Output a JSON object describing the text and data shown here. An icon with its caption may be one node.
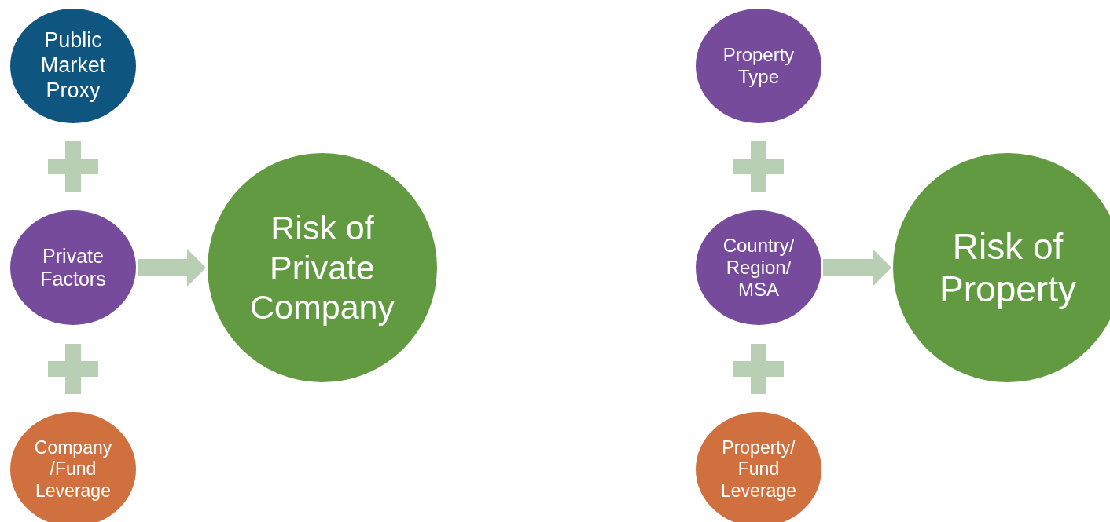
{
  "diagram": {
    "nodes": [
      {
        "text": [
          "Public Market Proxy"
        ]
      },
      {
        "text": [
          "Private Factors"
        ]
      },
      {
        "text": [
          "Company /Fund Leverage"
        ]
      },
      {
        "text": [
          "Risk of Private Company"
        ]
      },
      {
        "text": [
          "Property Type"
        ]
      },
      {
        "text": [
          "Country/ Region/ MSA"
        ]
      },
      {
        "text": [
          "Property/ Fund Leverage"
        ]
      },
      {
        "text": [
          "Risk of Property"
        ]
      }
    ],
    "edges": [
      {
        "from": 1,
        "to": 3,
        "arrow": "to",
        "style": "thick"
      },
      {
        "from": 5,
        "to": 7,
        "arrow": "to",
        "style": "thick"
      }
    ]
  }
}
